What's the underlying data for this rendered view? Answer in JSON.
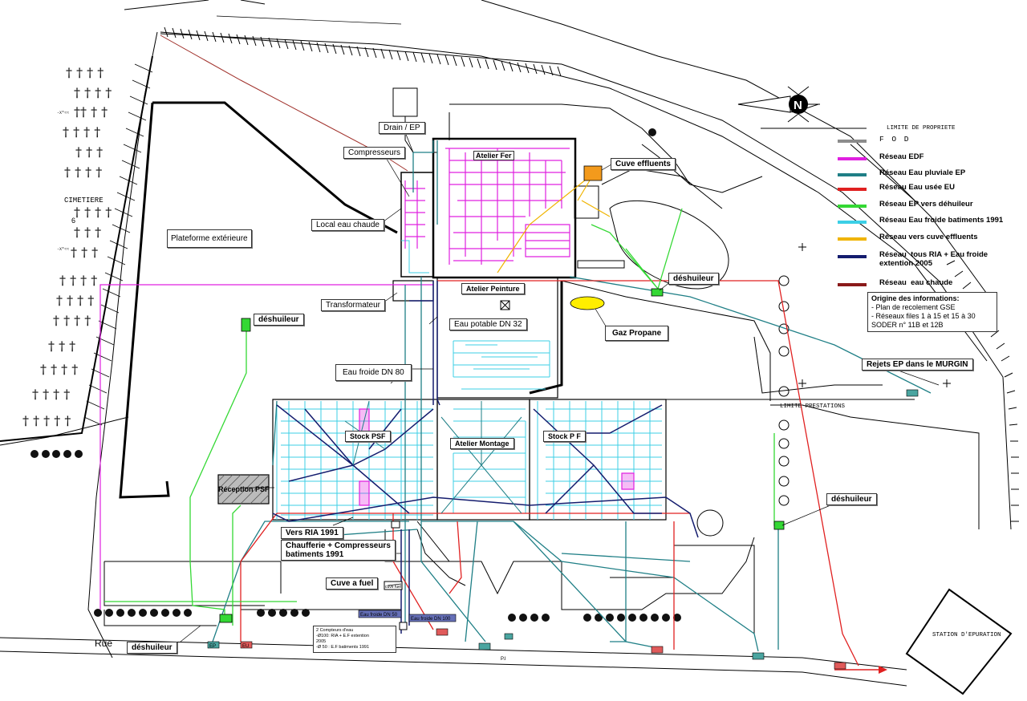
{
  "labels": {
    "cimetiere": "CIMETIERE",
    "cimetiere_num": "6",
    "plateforme": "Plateforme extérieure",
    "drain": "Drain / EP",
    "compresseurs": "Compresseurs",
    "local_eau_chaude": "Local eau chaude",
    "atelier_fer": "Atelier Fer",
    "cuve_effluents": "Cuve effluents",
    "atelier_peinture": "Atelier Peinture",
    "transformateur": "Transformateur",
    "eau_potable": "Eau potable DN 32",
    "gaz_propane": "Gaz Propane",
    "eau_froide_dn80": "Eau froide  DN 80",
    "deshuileur_top": "déshuileur",
    "deshuileur_left": "déshuileur",
    "deshuileur_right": "déshuileur",
    "deshuileur_bottom": "déshuileur",
    "rejets_ep": "Rejets EP dans le MURGIN",
    "limite_prestations": "LIMITE PRESTATIONS",
    "limite_propriete": "LIMITE DE PROPRIETE",
    "stock_psf": "Stock PSF",
    "atelier_montage": "Atelier Montage",
    "stock_pf": "Stock P F",
    "reception_psf": "Réception PSF",
    "vers_ria": "Vers RIA 1991",
    "chaufferie": "Chaufferie + Compresseurs\nbatiments 1991",
    "cuve_fuel": "Cuve a fuel",
    "cuve_fuel_small": "cuve fuel",
    "eau_froide_dn50": "Eau froide DN 50",
    "eau_froide_dn100": "Eau froide DN 100",
    "rue": "Rue",
    "station": "STATION D'EPURATION",
    "compteurs": "2 Compteurs d'eau\n-Ø100: RIA + E.F extention\n2005\n-Ø 50 : E.F batiments 1991",
    "pi": "P.I",
    "ep": "EP",
    "eu": "EU"
  },
  "legend": {
    "items": [
      {
        "label": "F O D",
        "color": "#8c8c8c"
      },
      {
        "label": "Réseau EDF",
        "color": "#e020e0"
      },
      {
        "label": "Réseau Eau pluviale EP",
        "color": "#1f7f86"
      },
      {
        "label": "Réseau Eau usée EU",
        "color": "#e02020"
      },
      {
        "label": "Réseau EP vers déhuileur",
        "color": "#34d834"
      },
      {
        "label": "Réseau Eau froide batiments 1991",
        "color": "#3ccfe6"
      },
      {
        "label": "Réseau vers cuve effluents",
        "color": "#f0b400"
      },
      {
        "label": "Réseau  tous RIA + Eau froide\nextention 2005",
        "color": "#141c6e"
      },
      {
        "label": "Réseau  eau chaude",
        "color": "#8a1a1a"
      }
    ]
  },
  "origin": {
    "title": "Origine des informations:",
    "lines": [
      "- Plan de recolement GSE",
      "- Réseaux files 1 à 15 et 15 à 30",
      "SODER n° 11B et 12B"
    ]
  },
  "compass": {
    "letter": "N"
  }
}
